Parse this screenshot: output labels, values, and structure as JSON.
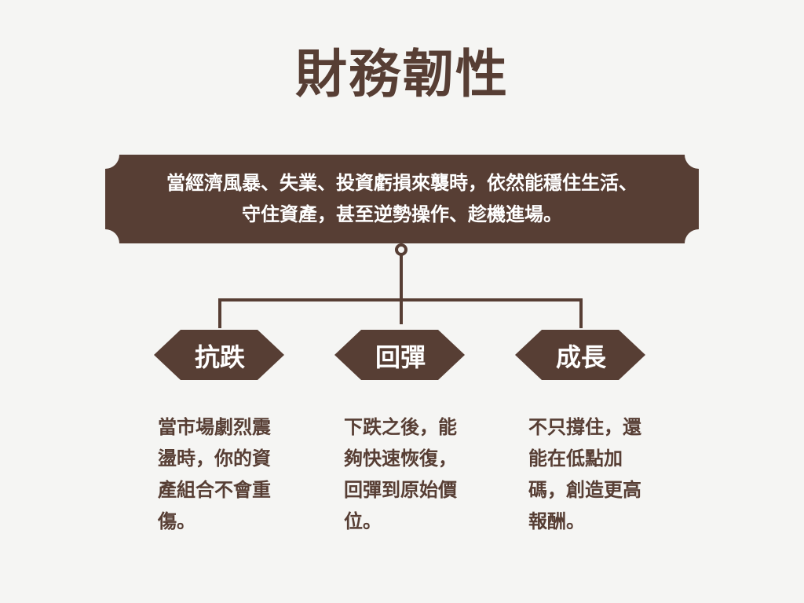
{
  "title": "財務韌性",
  "banner": {
    "line1": "當經濟風暴、失業、投資虧損來襲時，依然能穩住生活、",
    "line2": "守住資產，甚至逆勢操作、趁機進場。"
  },
  "branches": [
    {
      "label": "抗跌",
      "description": "當市場劇烈震盪時，你的資產組合不會重傷。"
    },
    {
      "label": "回彈",
      "description": "下跌之後，能夠快速恢復，回彈到原始價位。"
    },
    {
      "label": "成長",
      "description": "不只撐住，還能在低點加碼，創造更高報酬。"
    }
  ],
  "colors": {
    "primary": "#573e34",
    "background": "#f5f5f3",
    "text_light": "#ffffff"
  }
}
